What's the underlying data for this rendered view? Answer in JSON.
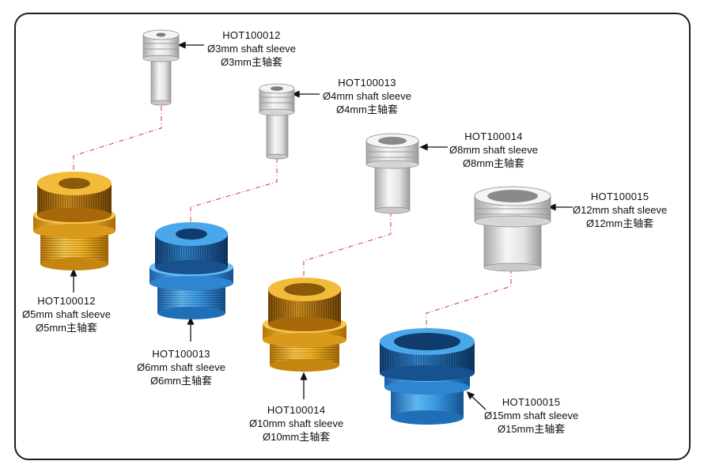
{
  "parts": [
    {
      "id": "p1",
      "sleeve": {
        "code": "HOT100012",
        "desc": "Ø3mm shaft sleeve",
        "cn": "Ø3mm主轴套"
      },
      "holder": {
        "code": "HOT100012",
        "desc": "Ø5mm shaft sleeve",
        "cn": "Ø5mm主轴套",
        "color": "gold"
      }
    },
    {
      "id": "p2",
      "sleeve": {
        "code": "HOT100013",
        "desc": "Ø4mm shaft sleeve",
        "cn": "Ø4mm主轴套"
      },
      "holder": {
        "code": "HOT100013",
        "desc": "Ø6mm shaft sleeve",
        "cn": "Ø6mm主轴套",
        "color": "blue"
      }
    },
    {
      "id": "p3",
      "sleeve": {
        "code": "HOT100014",
        "desc": "Ø8mm shaft sleeve",
        "cn": "Ø8mm主轴套"
      },
      "holder": {
        "code": "HOT100014",
        "desc": "Ø10mm shaft sleeve",
        "cn": "Ø10mm主轴套",
        "color": "gold"
      }
    },
    {
      "id": "p4",
      "sleeve": {
        "code": "HOT100015",
        "desc": "Ø12mm shaft sleeve",
        "cn": "Ø12mm主轴套"
      },
      "holder": {
        "code": "HOT100015",
        "desc": "Ø15mm shaft sleeve",
        "cn": "Ø15mm主轴套",
        "color": "blue"
      }
    }
  ],
  "colors": {
    "gold": "#e8a416",
    "blue": "#2f8fd8",
    "silver": "#e4e4e4",
    "dash": "#d9363e",
    "frame": "#1c1c1c"
  }
}
